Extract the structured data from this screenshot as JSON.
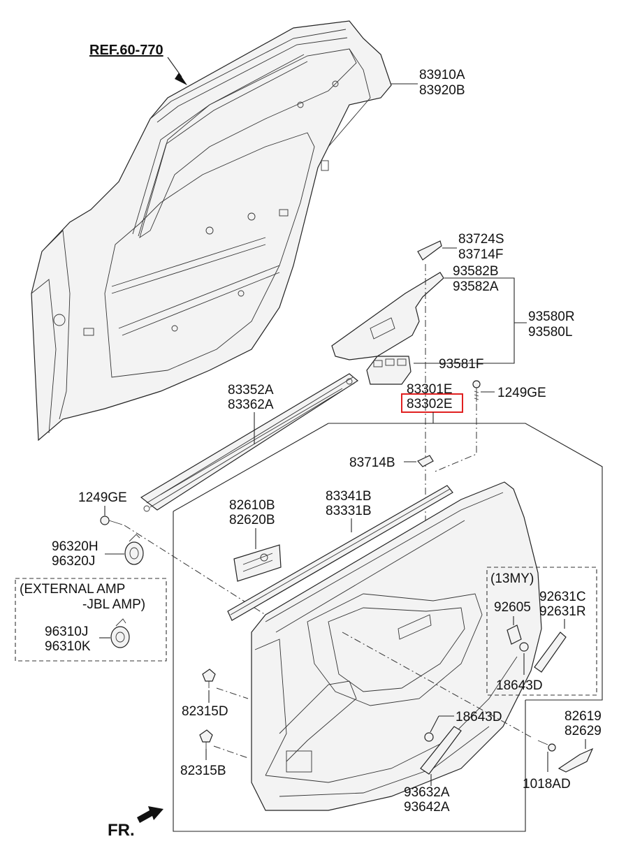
{
  "labels": {
    "ref": "REF.60-770",
    "p83910A": "83910A",
    "p83920B": "83920B",
    "p83724S": "83724S",
    "p83714F": "83714F",
    "p93582B": "93582B",
    "p93582A": "93582A",
    "p93580R": "93580R",
    "p93580L": "93580L",
    "p93581F": "93581F",
    "p83352A": "83352A",
    "p83362A": "83362A",
    "p83301E": "83301E",
    "p83302E": "83302E",
    "p1249GE_a": "1249GE",
    "p83714B": "83714B",
    "p1249GE_b": "1249GE",
    "p82610B": "82610B",
    "p82620B": "82620B",
    "p83341B": "83341B",
    "p83331B": "83331B",
    "p96320H": "96320H",
    "p96320J": "96320J",
    "ext_amp_1": "(EXTERNAL AMP",
    "ext_amp_2": "-JBL AMP)",
    "p96310J": "96310J",
    "p96310K": "96310K",
    "my13": "(13MY)",
    "p92605": "92605",
    "p92631C": "92631C",
    "p92631R": "92631R",
    "p18643D_a": "18643D",
    "p82315D": "82315D",
    "p18643D_b": "18643D",
    "p82619": "82619",
    "p82629": "82629",
    "p82315B": "82315B",
    "p93632A": "93632A",
    "p93642A": "93642A",
    "p1018AD": "1018AD",
    "fr": "FR."
  },
  "colors": {
    "highlight": "#e02020",
    "line": "#222222"
  }
}
